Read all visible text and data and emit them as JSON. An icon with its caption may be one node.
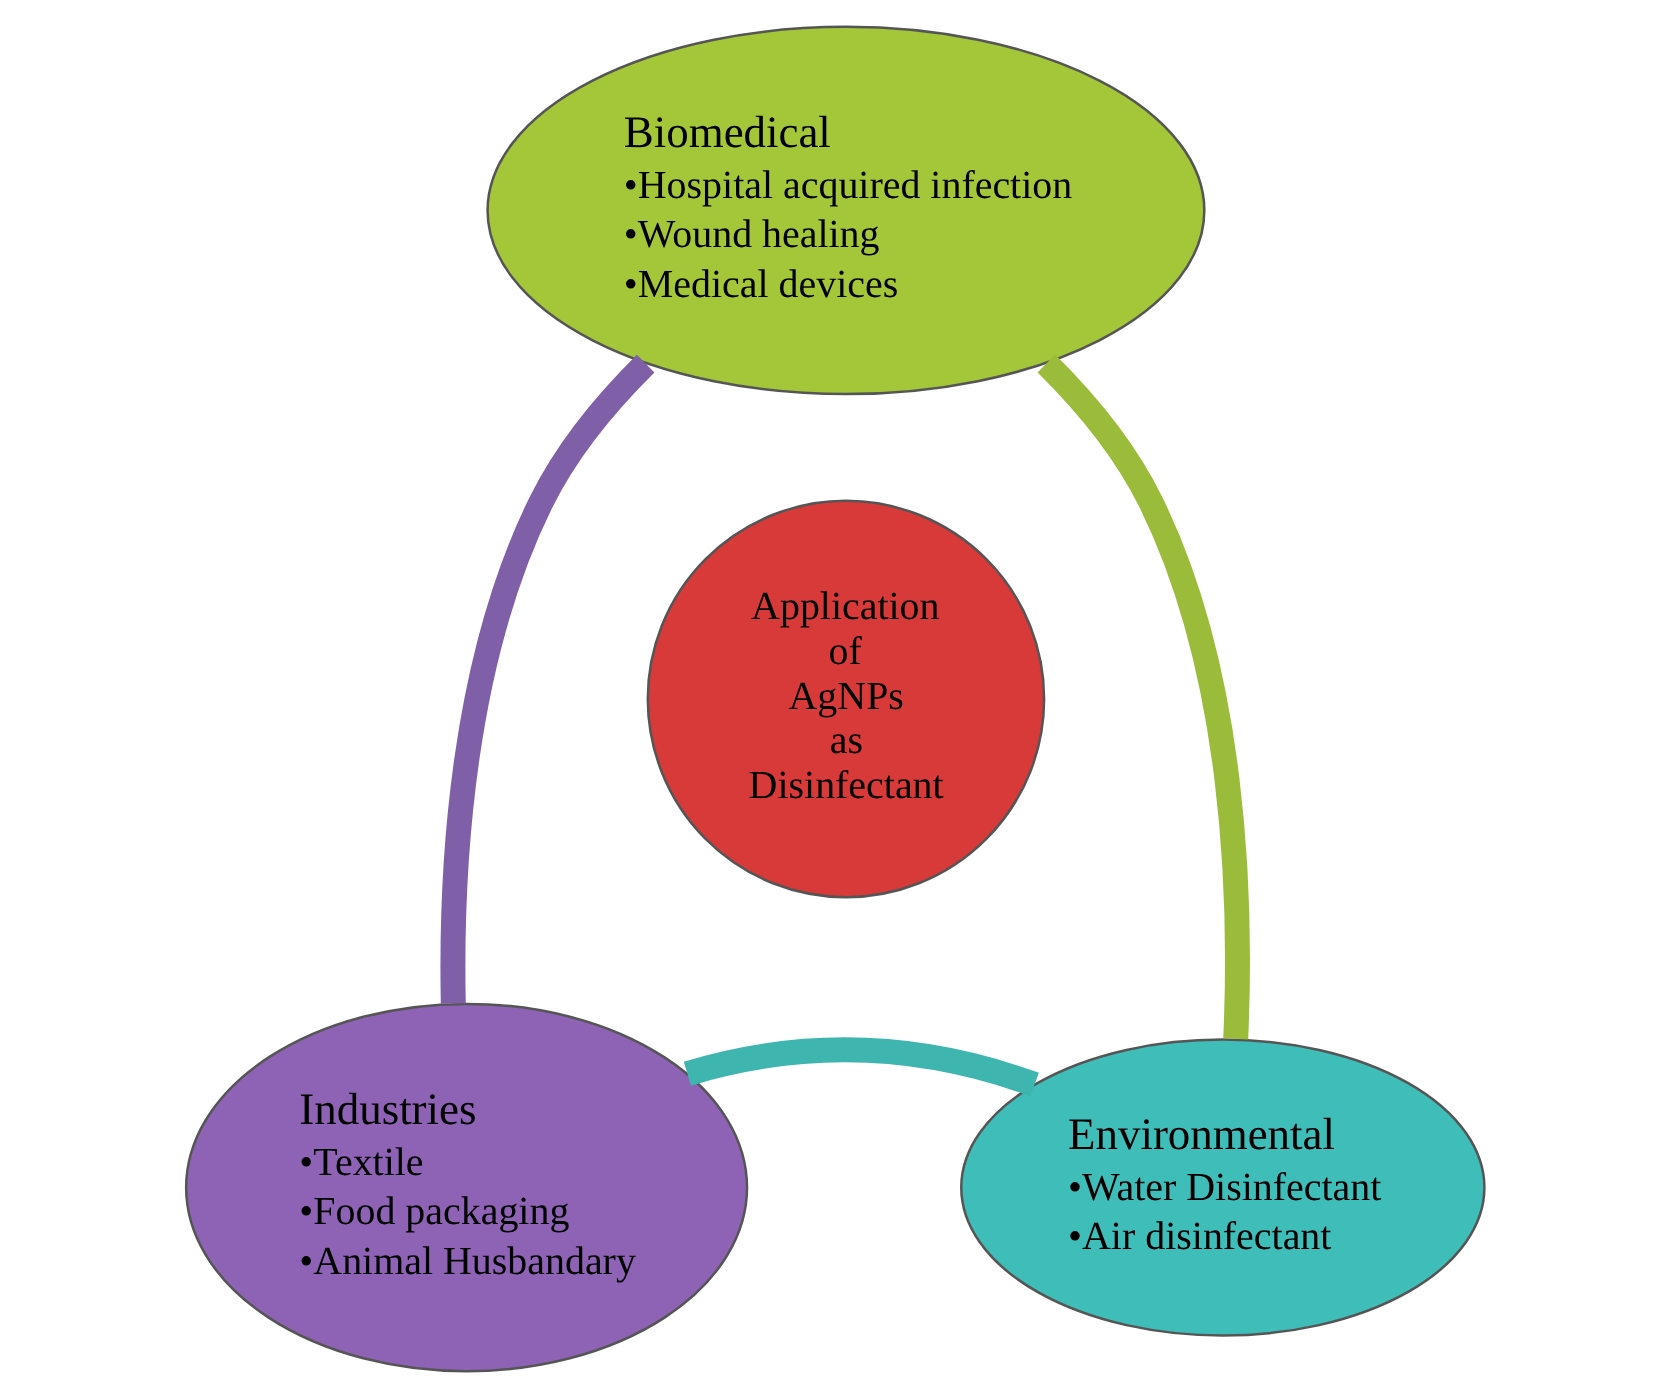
{
  "diagram": {
    "nodes": [
      {
        "text": [
          "Biomedical",
          "•Hospital acquired infection",
          "•Wound healing",
          "•Medical devices"
        ]
      },
      {
        "text": [
          "Application of AgNPs as Disinfectant"
        ]
      },
      {
        "text": [
          "Industries",
          "•Textile",
          "•Food packaging",
          "•Animal Husbandary"
        ]
      },
      {
        "text": [
          "Environmental",
          "•Water Disinfectant",
          "•Air disinfectant"
        ]
      }
    ],
    "edges": [
      {
        "from": 0,
        "to": 3,
        "arrow": "none",
        "color": "#9bbb3b"
      },
      {
        "from": 3,
        "to": 2,
        "arrow": "none",
        "color": "#3fb5b0"
      },
      {
        "from": 2,
        "to": 0,
        "arrow": "none",
        "color": "#7f5fa8"
      }
    ]
  }
}
